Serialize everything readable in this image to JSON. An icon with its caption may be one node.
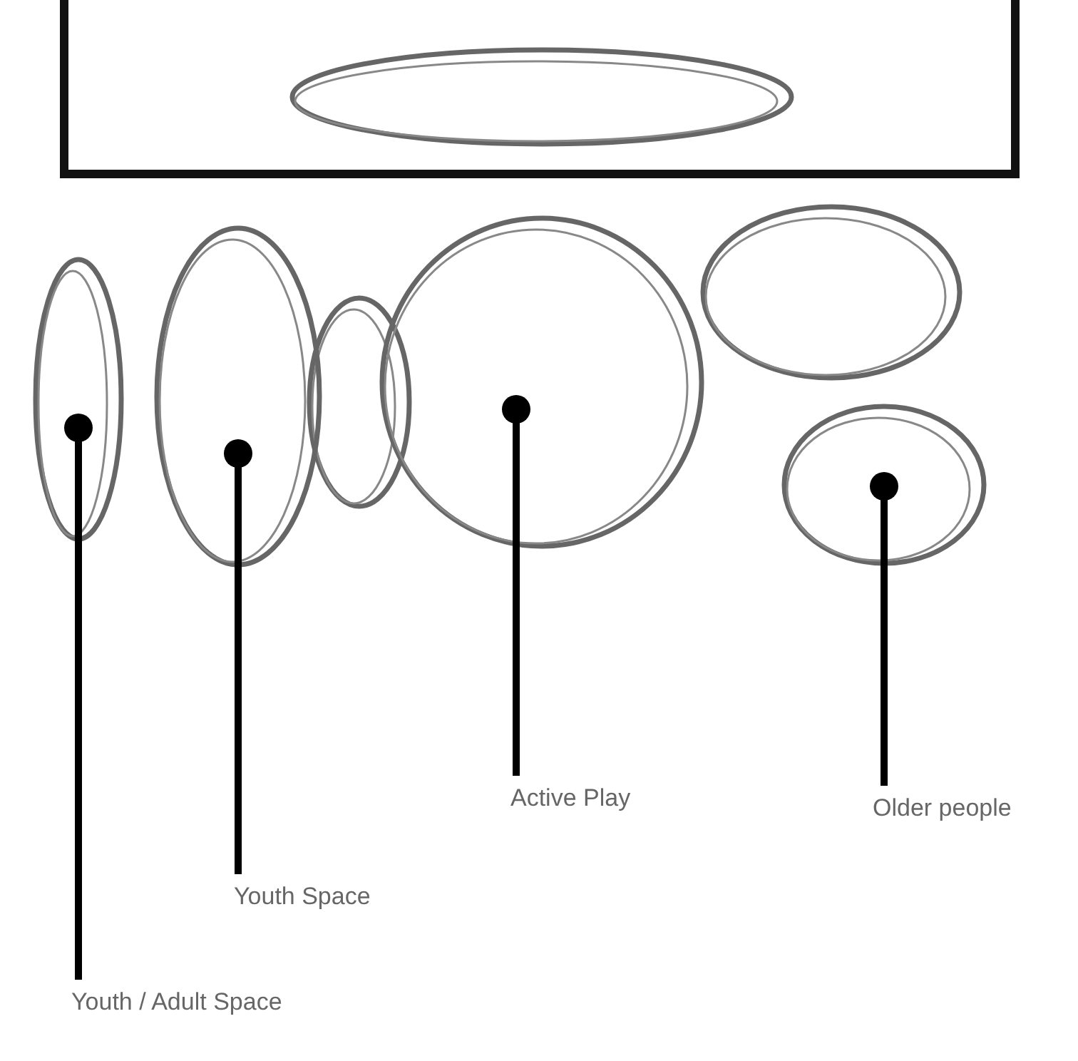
{
  "diagram": {
    "nodes": [
      {
        "text": [],
        "shape": "ellipse"
      },
      {
        "text": [],
        "shape": "ellipse"
      },
      {
        "text": [],
        "shape": "ellipse"
      },
      {
        "text": [],
        "shape": "ellipse"
      },
      {
        "text": [
          "Older people"
        ]
      },
      {
        "text": [
          "Active Play"
        ]
      },
      {
        "text": [
          "Youth Space"
        ]
      },
      {
        "text": [
          "Youth / Adult Space"
        ]
      }
    ],
    "edges": [
      {
        "from": 4,
        "to": 3,
        "arrow": "other"
      },
      {
        "from": 5,
        "to": 2,
        "arrow": "other"
      },
      {
        "from": 6,
        "to": 1,
        "arrow": "other"
      },
      {
        "from": 7,
        "to": 0,
        "arrow": "other"
      }
    ]
  }
}
